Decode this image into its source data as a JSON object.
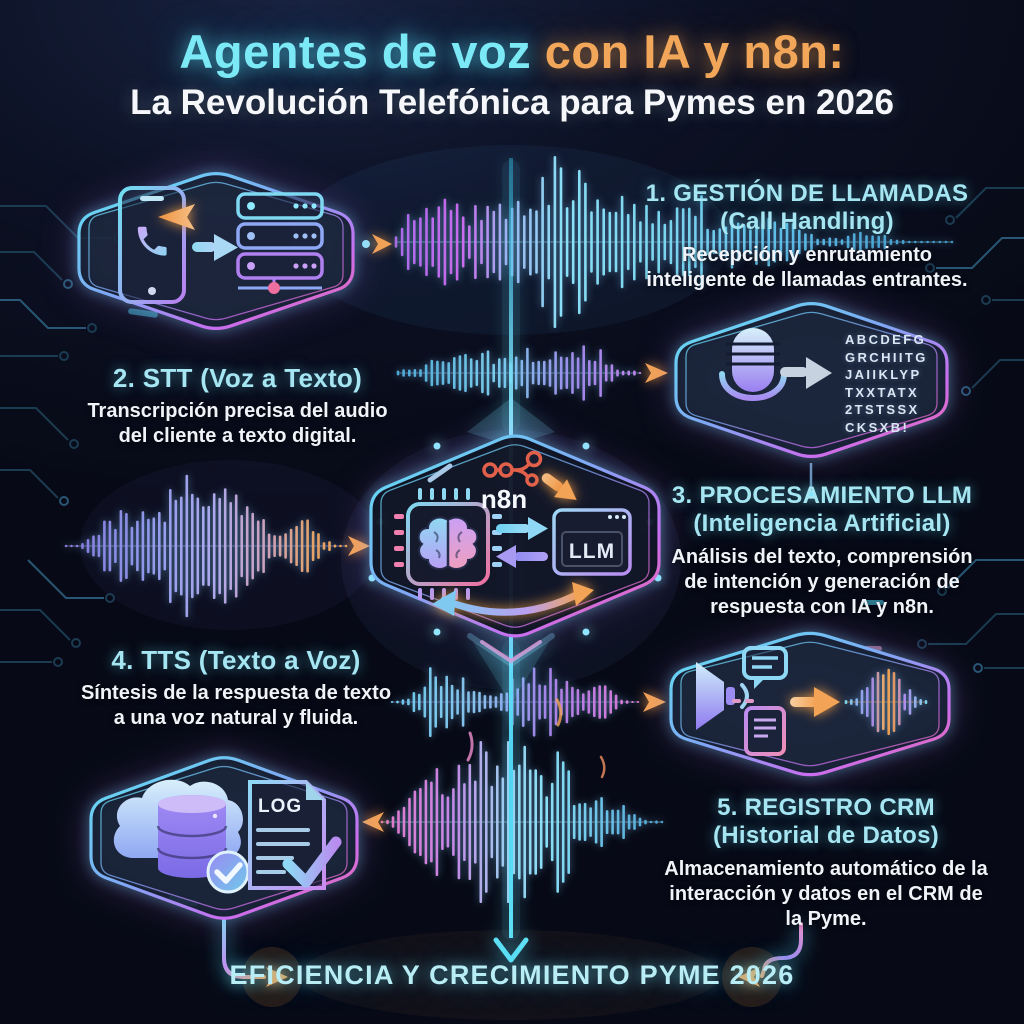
{
  "title": {
    "part1": "Agentes de voz",
    "part2": " con IA y n8n:",
    "subtitle": "La Revolución Telefónica para Pymes en 2026"
  },
  "steps": {
    "s1": {
      "heading": "1. GESTIÓN DE LLAMADAS",
      "subheading": "(Call Handling)",
      "desc1": "Recepción y enrutamiento",
      "desc2": "inteligente de llamadas entrantes."
    },
    "s2": {
      "heading": "2. STT (Voz a Texto)",
      "desc1": "Transcripción precisa del audio",
      "desc2": "del cliente a texto digital."
    },
    "s3": {
      "heading": "3. PROCESAMIENTO LLM",
      "subheading": "(Inteligencia Artificial)",
      "desc1": "Análisis del texto, comprensión",
      "desc2": "de intención y generación de",
      "desc3": "respuesta con IA y n8n."
    },
    "s4": {
      "heading": "4. TTS (Texto a Voz)",
      "desc1": "Síntesis de la respuesta de texto",
      "desc2": "a una voz natural y fluida."
    },
    "s5": {
      "heading": "5. REGISTRO CRM",
      "subheading": "(Historial de Datos)",
      "desc1": "Almacenamiento automático de la",
      "desc2": "interacción y datos en el CRM de",
      "desc3": "la Pyme."
    }
  },
  "center_node": {
    "n8n_label": "n8n",
    "llm_label": "LLM"
  },
  "stt_output": {
    "line1": "ABCDEFG",
    "line2": "GRCHIITG",
    "line3": "JAIIKLYP",
    "line4": "TXXTATX",
    "line5": "2TSTSSX",
    "line6": "CKSXB!"
  },
  "crm": {
    "log_label": "LOG"
  },
  "footer": {
    "banner": "EFICIENCIA Y CRECIMIENTO PYME 2026"
  },
  "colors": {
    "background": "#0a0e1e",
    "title_cyan": "#7ceaf6",
    "title_orange": "#f2a659",
    "heading_cyan": "#a5e6f2",
    "body_text": "#f0f3f8",
    "hex_gradient_start": "#5ee6f2",
    "hex_gradient_end": "#f2679a",
    "arrow_orange": "#f2a355",
    "wave_purple": "#b06ef2",
    "wave_cyan": "#7fdcf7",
    "n8n_logo": "#e2604a"
  }
}
